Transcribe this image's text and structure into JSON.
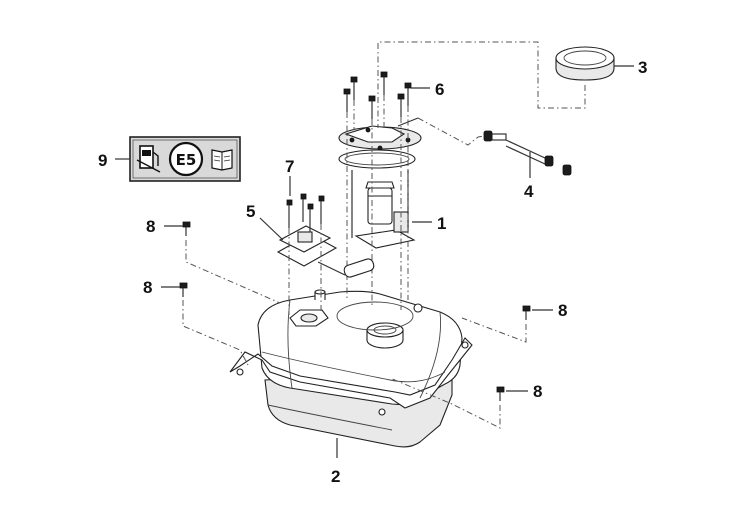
{
  "diagram": {
    "callouts": [
      {
        "id": "label-1",
        "text": "1"
      },
      {
        "id": "label-2",
        "text": "2"
      },
      {
        "id": "label-3",
        "text": "3"
      },
      {
        "id": "label-4",
        "text": "4"
      },
      {
        "id": "label-5",
        "text": "5"
      },
      {
        "id": "label-6",
        "text": "6"
      },
      {
        "id": "label-7",
        "text": "7"
      },
      {
        "id": "label-8a",
        "text": "8"
      },
      {
        "id": "label-8b",
        "text": "8"
      },
      {
        "id": "label-8c",
        "text": "8"
      },
      {
        "id": "label-8d",
        "text": "8"
      },
      {
        "id": "label-9",
        "text": "9"
      }
    ],
    "fuel_label": {
      "text": "E5"
    }
  }
}
